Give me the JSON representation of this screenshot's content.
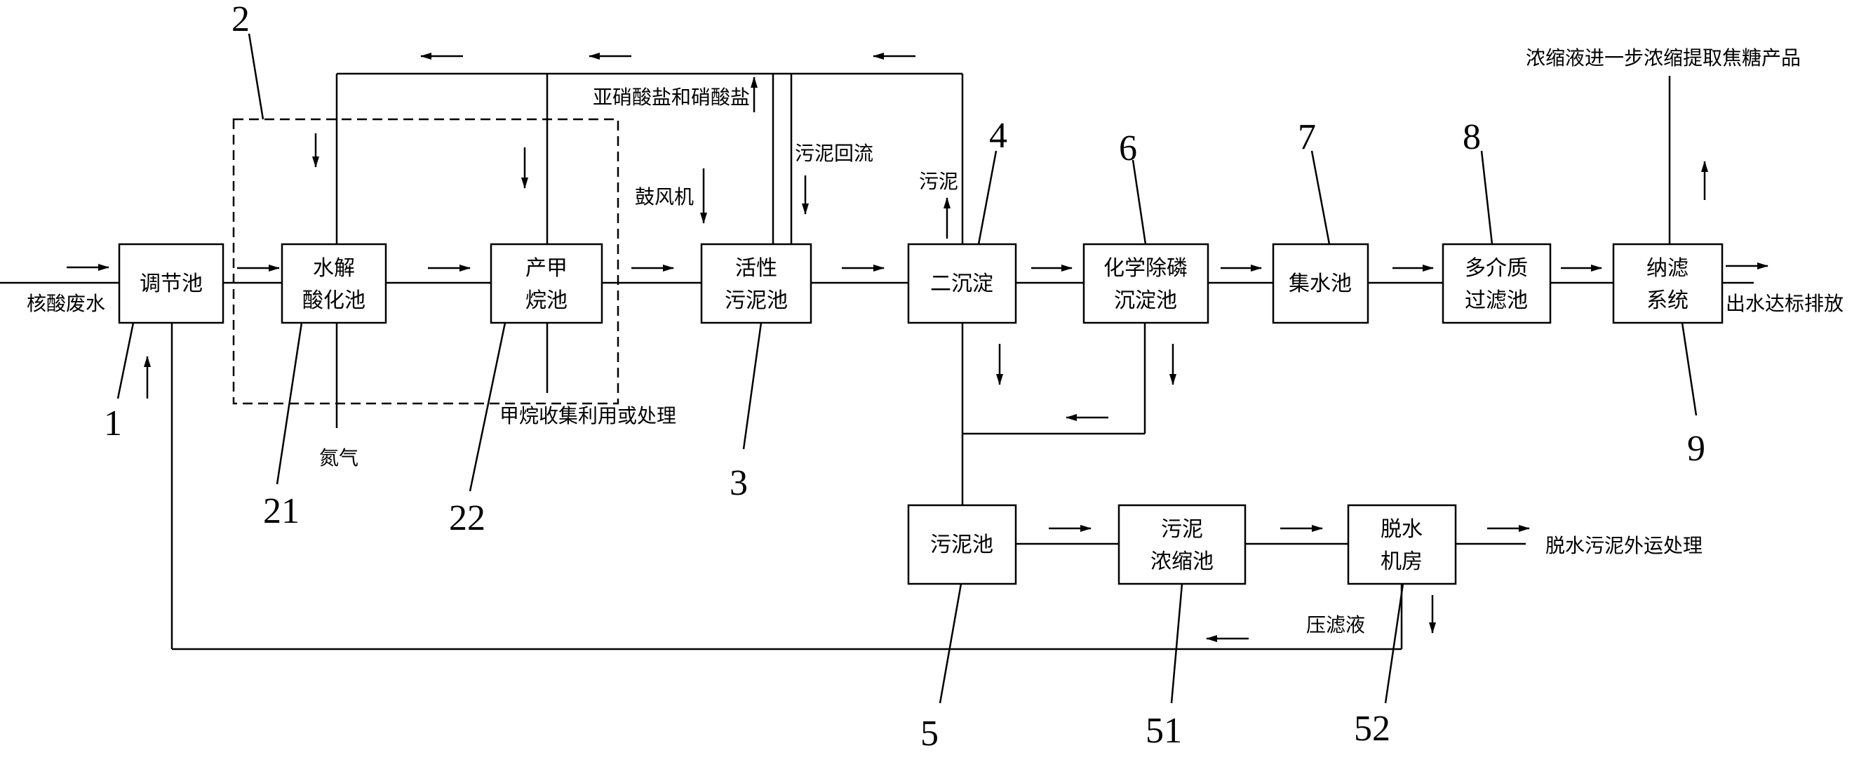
{
  "boxes": {
    "tiaojie": [
      "调节池"
    ],
    "shuijie": [
      "水解",
      "酸化池"
    ],
    "chanjia": [
      "产甲",
      "烷池"
    ],
    "huoxing": [
      "活性",
      "污泥池"
    ],
    "erchen": [
      "二沉淀"
    ],
    "huaxue": [
      "化学除磷",
      "沉淀池"
    ],
    "jishui": [
      "集水池"
    ],
    "duojie": [
      "多介质",
      "过滤池"
    ],
    "nalv": [
      "纳滤",
      "系统"
    ],
    "wunichi": [
      "污泥池"
    ],
    "nongsuo": [
      "污泥",
      "浓缩池"
    ],
    "tuoshui": [
      "脱水",
      "机房"
    ]
  },
  "labels": {
    "input": "核酸废水",
    "nitrate": "亚硝酸盐和硝酸盐",
    "sludge_return": "污泥回流",
    "blower": "鼓风机",
    "sludge": "污泥",
    "nitrogen": "氮气",
    "methane": "甲烷收集利用或处理",
    "concentrate": "浓缩液进一步浓缩提取焦糖产品",
    "effluent": "出水达标排放",
    "dewatered": "脱水污泥外运处理",
    "filtrate": "压滤液"
  },
  "numbers": {
    "n1": "1",
    "n2": "2",
    "n21": "21",
    "n22": "22",
    "n3": "3",
    "n4": "4",
    "n5": "5",
    "n51": "51",
    "n52": "52",
    "n6": "6",
    "n7": "7",
    "n8": "8",
    "n9": "9"
  }
}
